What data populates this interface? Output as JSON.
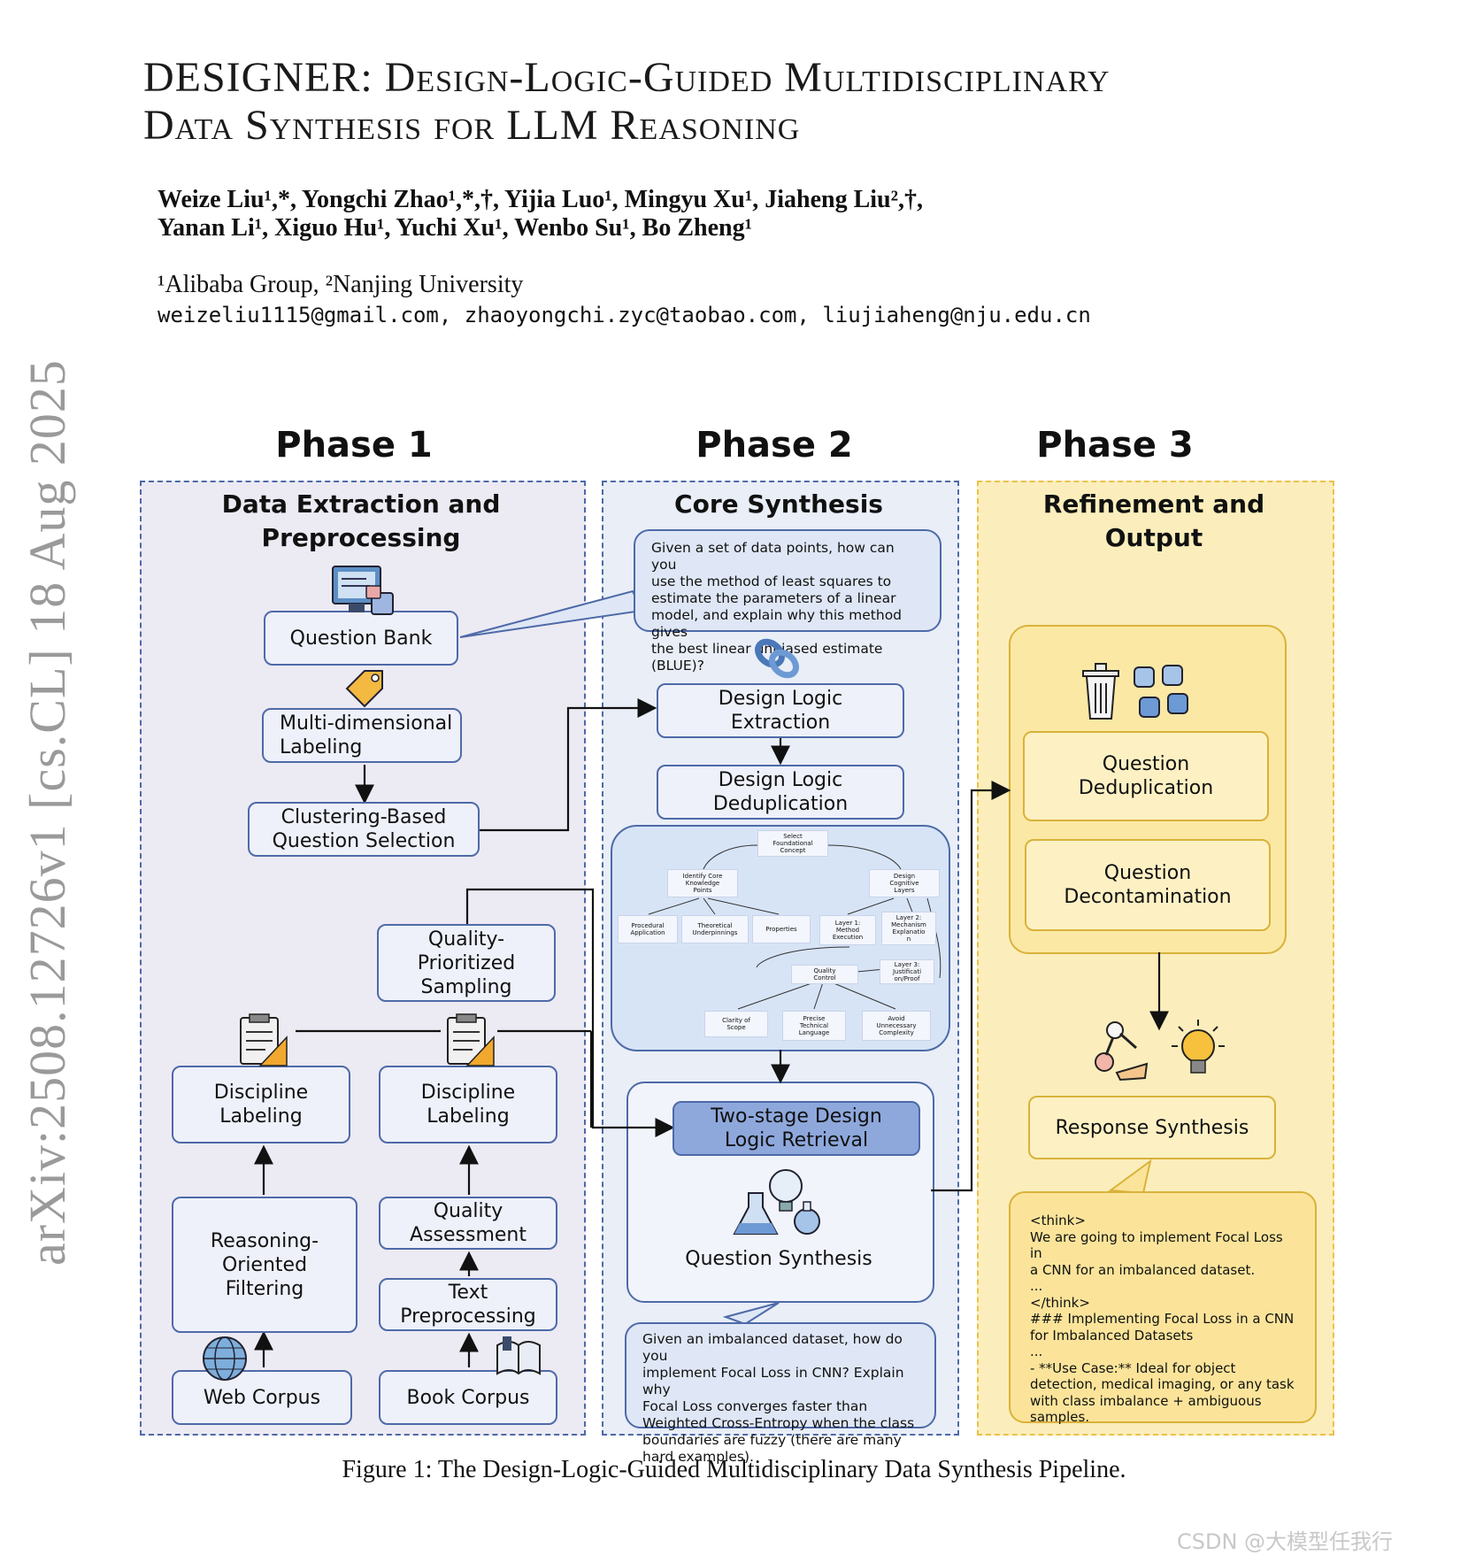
{
  "paper": {
    "title_line1": "DESIGNER:  Design-Logic-Guided  Multidisciplinary",
    "title_line2": "Data Synthesis for LLM Reasoning",
    "authors_line1": "Weize Liu¹,*, Yongchi Zhao¹,*,†, Yijia Luo¹, Mingyu Xu¹, Jiaheng Liu²,†,",
    "authors_line2": "Yanan Li¹, Xiguo Hu¹, Yuchi Xu¹, Wenbo Su¹, Bo Zheng¹",
    "affiliations": "¹Alibaba Group, ²Nanjing University",
    "emails": "weizeliu1115@gmail.com, zhaoyongchi.zyc@taobao.com, liujiaheng@nju.edu.cn",
    "arxiv_id": "arXiv:2508.12726v1  [cs.CL]  18 Aug 2025",
    "caption": "Figure 1: The Design-Logic-Guided Multidisciplinary Data Synthesis Pipeline.",
    "watermark": "CSDN @大模型任我行"
  },
  "figure": {
    "phase1": {
      "title": "Phase 1",
      "subtitle": "Data Extraction and\nPreprocessing",
      "question_bank": "Question Bank",
      "labeling": "Multi-dimensional\nLabeling",
      "clustering": "Clustering-Based\nQuestion Selection",
      "quality_sampling": "Quality-\nPrioritized\nSampling",
      "discipline_left": "Discipline\nLabeling",
      "discipline_right": "Discipline\nLabeling",
      "reasoning_filter": "Reasoning-\nOriented\nFiltering",
      "quality_assessment": "Quality\nAssessment",
      "text_preprocessing": "Text\nPreprocessing",
      "web_corpus": "Web Corpus",
      "book_corpus": "Book Corpus"
    },
    "phase2": {
      "title": "Phase 2",
      "subtitle": "Core Synthesis",
      "example_question": "Given a set of data points, how can you\nuse the method of least squares to\nestimate the parameters of a linear\nmodel, and explain why this method gives\nthe best linear unbiased estimate (BLUE)?",
      "logic_extraction": "Design Logic\nExtraction",
      "logic_dedup": "Design Logic\nDeduplication",
      "tree": {
        "root": "Select\nFoundational\nConcept",
        "left": "Identify Core\nKnowledge\nPoints",
        "right": "Design\nCognitive\nLayers",
        "procedural": "Procedural\nApplication",
        "theoretical": "Theoretical\nUnderpinnings",
        "properties": "Properties",
        "layer1": "Layer 1:\nMethod\nExecution",
        "layer2": "Layer 2:\nMechanism\nExplanatio\nn",
        "layer3": "Layer 3:\nJustificati\non/Proof",
        "qc": "Quality\nControl",
        "clarity": "Clarity of\nScope",
        "precise": "Precise\nTechnical\nLanguage",
        "avoid": "Avoid\nUnnecessary\nComplexity"
      },
      "retrieval": "Two-stage Design\nLogic Retrieval",
      "synthesis": "Question Synthesis",
      "synth_example": "Given an imbalanced dataset, how do you\nimplement Focal Loss in CNN? Explain why\nFocal Loss converges faster than\nWeighted Cross-Entropy when the class\nboundaries are fuzzy (there are many\nhard examples)."
    },
    "phase3": {
      "title": "Phase 3",
      "subtitle": "Refinement and\nOutput",
      "dedup": "Question\nDeduplication",
      "decontam": "Question\nDecontamination",
      "response": "Response Synthesis",
      "answer_example": "<think>\nWe are going to implement Focal Loss in\na CNN for an imbalanced dataset.\n...\n</think>\n### Implementing Focal Loss in a CNN\nfor Imbalanced Datasets\n...\n- **Use Case:** Ideal for object\ndetection, medical imaging, or any task\nwith class imbalance + ambiguous\nsamples."
    }
  },
  "colors": {
    "panel_border_blue": "#4e6aa8",
    "panel_bg_phase1": "#eceaf3",
    "panel_bg_phase2": "#e9eef7",
    "panel_bg_phase3": "#fbeebc",
    "highlight_box": "#8ea8dc"
  },
  "icons": [
    "monitor-icon",
    "tag-icon",
    "chain-link-icon",
    "clipboard-icon",
    "globe-icon",
    "book-icon",
    "trash-icon",
    "cubes-icon",
    "flask-icon",
    "lightbulb-icon",
    "robot-arm-icon"
  ]
}
